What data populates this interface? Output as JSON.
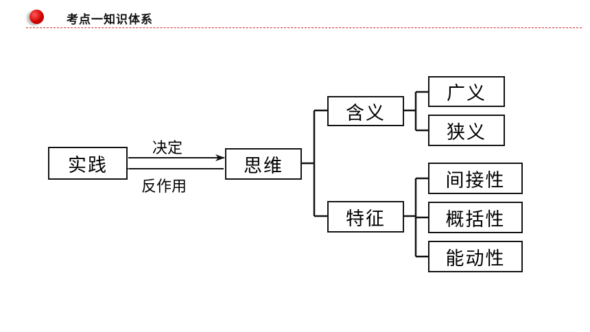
{
  "header": {
    "title": "考点一知识体系"
  },
  "diagram": {
    "practice": "实践",
    "thinking": "思维",
    "arrow_top_label": "决定",
    "arrow_bottom_label": "反作用",
    "meaning": "含义",
    "meaning_children": [
      "广义",
      "狭义"
    ],
    "features": "特征",
    "feature_children": [
      "间接性",
      "概括性",
      "能动性"
    ]
  },
  "colors": {
    "accent": "#d40000",
    "rule": "#c9282d",
    "line": "#111111"
  }
}
